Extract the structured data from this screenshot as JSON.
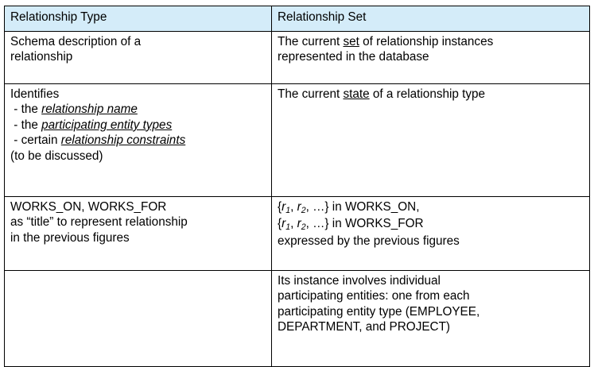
{
  "table": {
    "headers": {
      "left": "Relationship Type",
      "right": "Relationship Set"
    },
    "header_bg": "#d4ecf9",
    "border_color": "#000000",
    "rows": [
      {
        "left": {
          "lines": [
            "Schema description of a",
            "relationship"
          ]
        },
        "right": {
          "line1_a": "The current ",
          "line1_underlined": "set",
          "line1_b": " of relationship instances",
          "line2": "represented in the database"
        }
      },
      {
        "left": {
          "intro": "Identifies",
          "bullets": [
            {
              "prefix": " - the ",
              "emphasis": "relationship name"
            },
            {
              "prefix": " - the ",
              "emphasis": "participating entity types"
            },
            {
              "prefix": " - certain ",
              "emphasis": "relationship constraints"
            }
          ],
          "note": "(to be discussed)"
        },
        "right": {
          "line1_a": "The current ",
          "line1_underlined": "state",
          "line1_b": " of a relationship type"
        }
      },
      {
        "left": {
          "lines": [
            "WORKS_ON, WORKS_FOR",
            "as “title” to represent relationship",
            "in the previous figures"
          ]
        },
        "right": {
          "set_open": "{",
          "var": "r",
          "sub1": "1",
          "sep1": ", ",
          "sub2": "2",
          "sep2": ", …}",
          "in_works_on": " in WORKS_ON,",
          "in_works_for": " in WORKS_FOR",
          "line3": "expressed by the previous figures"
        }
      },
      {
        "left": {
          "lines": []
        },
        "right": {
          "lines": [
            "Its instance involves individual",
            "participating entities: one from each",
            "participating entity type (EMPLOYEE,",
            "DEPARTMENT, and PROJECT)"
          ]
        }
      }
    ]
  }
}
